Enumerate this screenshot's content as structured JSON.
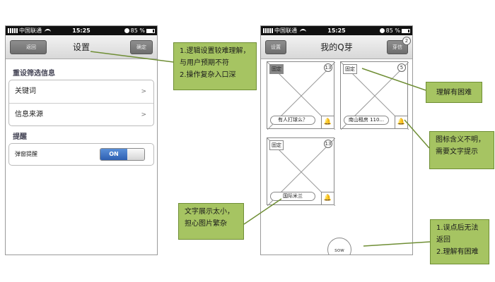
{
  "colors": {
    "note_fill": "#a6c462",
    "note_border": "#6f8e35",
    "toggle_on": "#3d6fc4"
  },
  "left_phone": {
    "status": {
      "carrier": "中国联通",
      "time": "15:25",
      "battery": "85 %"
    },
    "nav": {
      "back": "返回",
      "title": "设置",
      "confirm": "确定"
    },
    "section_filter": "重设筛选信息",
    "rows": [
      {
        "label": "关键词",
        "chevron": ">"
      },
      {
        "label": "信息来源",
        "chevron": ">"
      }
    ],
    "section_remind": "提醒",
    "toggle_row": {
      "label": "弹窗提醒",
      "state": "ON"
    }
  },
  "right_phone": {
    "status": {
      "carrier": "中国联通",
      "time": "15:25",
      "battery": "85 %"
    },
    "nav": {
      "settings": "设置",
      "title": "我的Q芽",
      "right": "芽信",
      "badge": "2"
    },
    "cards": [
      {
        "tag": "固定",
        "count": "13",
        "pill": "有人打球么？",
        "bell": "🔔"
      },
      {
        "tag": "固定",
        "count": "5",
        "pill": "南山租房 110...",
        "bell": "🔔"
      },
      {
        "tag": "固定",
        "count": "13",
        "pill": "国际米兰",
        "bell": "🔔"
      }
    ],
    "sow": "sow"
  },
  "notes": {
    "n1": [
      "1.逻辑设置较难理解，",
      "与用户预期不符",
      "2.操作复杂入口深"
    ],
    "n2": [
      "理解有困难"
    ],
    "n3": [
      "图标含义不明，",
      "需要文字提示"
    ],
    "n4": [
      "文字展示太小，",
      "担心图片繁杂"
    ],
    "n5": [
      "1.误点后无法",
      "返回",
      "2.理解有困难"
    ]
  }
}
